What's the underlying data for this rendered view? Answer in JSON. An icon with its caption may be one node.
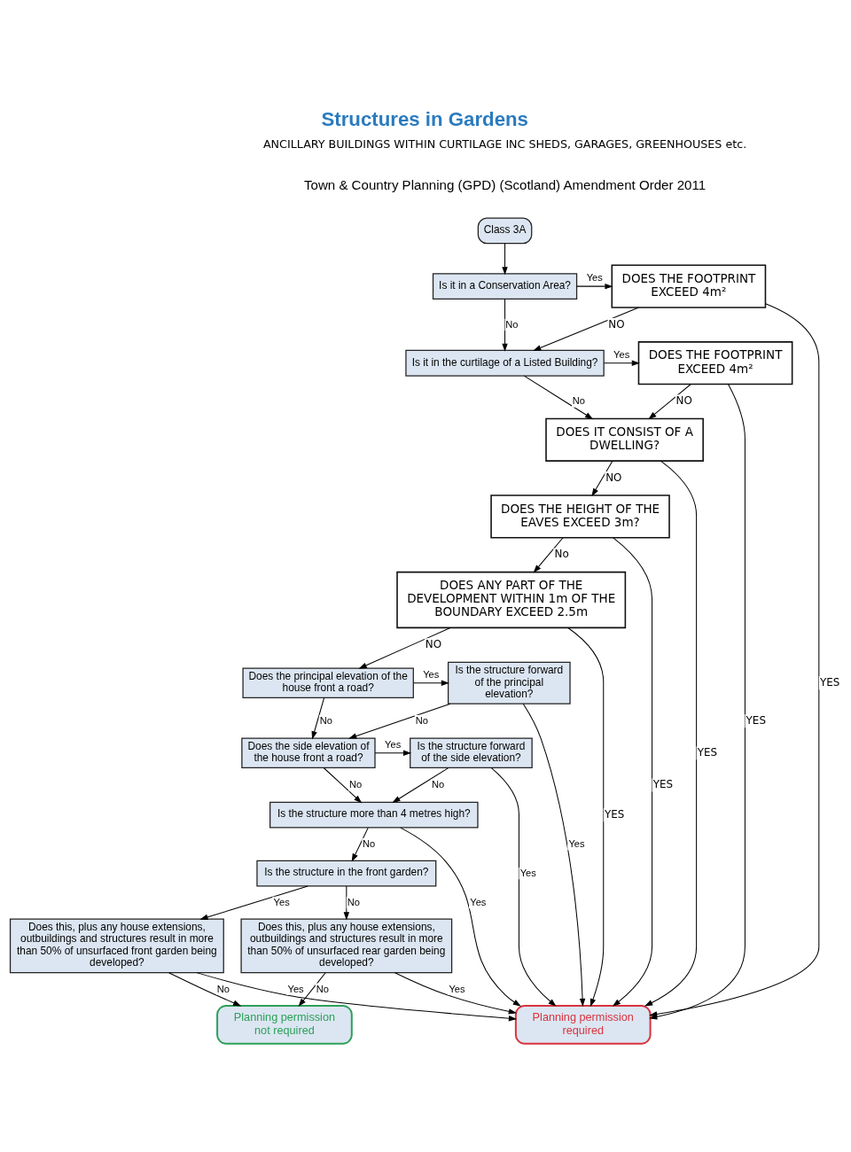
{
  "diagram": {
    "title": "Structures in Gardens",
    "labels": [
      "ANCILLARY BUILDINGS WITHIN CURTILAGE INC SHEDS, GARAGES, GREENHOUSES etc.",
      "Town & Country Planning (GPD) (Scotland) Amendment Order 2011"
    ],
    "nodes": [
      {
        "text": [
          "Class 3A"
        ]
      },
      {
        "text": [
          "Is it in a Conservation Area?"
        ]
      },
      {
        "text": [
          "DOES THE FOOTPRINT EXCEED 4m²"
        ]
      },
      {
        "text": [
          "Is it in the curtilage of a Listed Building?"
        ]
      },
      {
        "text": [
          "DOES THE FOOTPRINT EXCEED 4m²"
        ]
      },
      {
        "text": [
          "DOES IT CONSIST OF A DWELLING?"
        ]
      },
      {
        "text": [
          "DOES THE HEIGHT OF THE EAVES EXCEED 3m?"
        ]
      },
      {
        "text": [
          "DOES ANY PART OF THE DEVELOPMENT WITHIN 1m OF THE BOUNDARY EXCEED 2.5m"
        ]
      },
      {
        "text": [
          "Does the principal elevation of the house front a road?"
        ]
      },
      {
        "text": [
          "Is the structure forward of the principal elevation?"
        ]
      },
      {
        "text": [
          "Does the side elevation of the house front a road?"
        ]
      },
      {
        "text": [
          "Is the structure forward of the side elevation?"
        ]
      },
      {
        "text": [
          "Is the structure more than 4 metres high?"
        ]
      },
      {
        "text": [
          "Is the structure in the front garden?"
        ]
      },
      {
        "text": [
          "Does this, plus any house extensions, outbuildings and structures result in more than 50% of unsurfaced front garden being developed?"
        ]
      },
      {
        "text": [
          "Does this, plus any house extensions, outbuildings and structures result in more than 50% of unsurfaced rear garden being developed?"
        ]
      },
      {
        "text": [
          "Planning permission not required"
        ]
      },
      {
        "text": [
          "Planning permission required"
        ]
      }
    ],
    "edges": [
      {
        "from": 0,
        "to": 1,
        "arrow": "to"
      },
      {
        "from": 1,
        "to": 2,
        "arrow": "to",
        "label": "Yes"
      },
      {
        "from": 1,
        "to": 3,
        "arrow": "to",
        "label": "No"
      },
      {
        "from": 2,
        "to": 3,
        "arrow": "to",
        "label": "NO"
      },
      {
        "from": 2,
        "to": 17,
        "arrow": "to",
        "label": "YES"
      },
      {
        "from": 3,
        "to": 4,
        "arrow": "to",
        "label": "Yes"
      },
      {
        "from": 3,
        "to": 5,
        "arrow": "to",
        "label": "No"
      },
      {
        "from": 4,
        "to": 5,
        "arrow": "to",
        "label": "NO"
      },
      {
        "from": 4,
        "to": 17,
        "arrow": "to",
        "label": "YES"
      },
      {
        "from": 5,
        "to": 17,
        "arrow": "to",
        "label": "YES"
      },
      {
        "from": 5,
        "to": 6,
        "arrow": "to",
        "label": "NO"
      },
      {
        "from": 6,
        "to": 17,
        "arrow": "to",
        "label": "YES"
      },
      {
        "from": 6,
        "to": 7,
        "arrow": "to",
        "label": "No"
      },
      {
        "from": 7,
        "to": 17,
        "arrow": "to",
        "label": "YES"
      },
      {
        "from": 7,
        "to": 8,
        "arrow": "to",
        "label": "NO"
      },
      {
        "from": 8,
        "to": 9,
        "arrow": "to",
        "label": "Yes"
      },
      {
        "from": 8,
        "to": 10,
        "arrow": "to",
        "label": "No"
      },
      {
        "from": 9,
        "to": 17,
        "arrow": "to",
        "label": "Yes"
      },
      {
        "from": 9,
        "to": 10,
        "arrow": "to",
        "label": "No"
      },
      {
        "from": 10,
        "to": 11,
        "arrow": "to",
        "label": "Yes"
      },
      {
        "from": 10,
        "to": 12,
        "arrow": "to",
        "label": "No"
      },
      {
        "from": 11,
        "to": 17,
        "arrow": "to",
        "label": "Yes"
      },
      {
        "from": 11,
        "to": 12,
        "arrow": "to",
        "label": "No"
      },
      {
        "from": 12,
        "to": 17,
        "arrow": "to",
        "label": "Yes"
      },
      {
        "from": 12,
        "to": 13,
        "arrow": "to",
        "label": "No"
      },
      {
        "from": 13,
        "to": 14,
        "arrow": "to",
        "label": "Yes"
      },
      {
        "from": 13,
        "to": 15,
        "arrow": "to",
        "label": "No"
      },
      {
        "from": 14,
        "to": 17,
        "arrow": "to",
        "label": "Yes"
      },
      {
        "from": 14,
        "to": 16,
        "arrow": "to",
        "label": "No"
      },
      {
        "from": 15,
        "to": 16,
        "arrow": "to",
        "label": "No"
      },
      {
        "from": 15,
        "to": 17,
        "arrow": "to",
        "label": "Yes"
      }
    ]
  }
}
